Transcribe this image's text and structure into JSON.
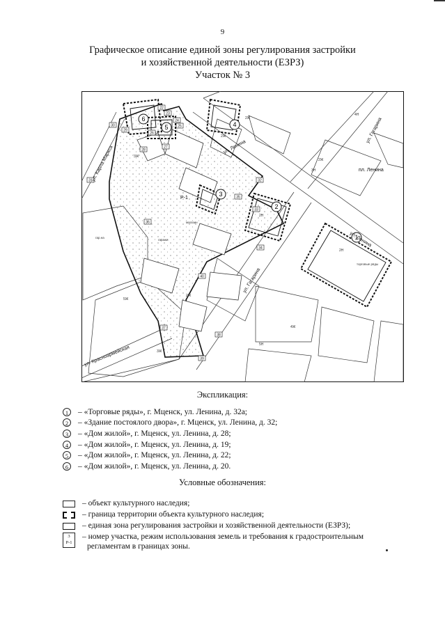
{
  "page_number": "9",
  "title": {
    "line1": "Графическое описание единой зоны регулирования застройки",
    "line2": "и хозяйственной деятельности (ЕЗРЗ)",
    "line3": "Участок № 3"
  },
  "map": {
    "streets": {
      "lenina_upper": "ул. Ленина",
      "lenina_right": "ул. Ленина",
      "karla_marksa": "ул. Карла Маркса",
      "gagarina": "ул. Гагарина",
      "gagarina_right": "ул. Гагарина",
      "krasnoarmeyskaya": "ул. Красноармейская",
      "pl_lenina": "пл. Ленина"
    },
    "zone_label": "Р-1",
    "site_numbers": [
      "1",
      "2",
      "3",
      "4",
      "5",
      "6"
    ],
    "building_labels": [
      "2Н",
      "3Ж",
      "2Ж",
      "3Н",
      "4Н",
      "2Н",
      "2Ж",
      "5Ж",
      "2Ж",
      "3Ж",
      "4Ж",
      "5Н",
      "2Ж"
    ],
    "point_numbers": [
      "22",
      "23",
      "24",
      "25",
      "26",
      "27",
      "28",
      "29",
      "30",
      "31",
      "32",
      "33",
      "34",
      "35",
      "36",
      "37",
      "38",
      "39",
      "40",
      "41",
      "42",
      "43",
      "44",
      "45",
      "46",
      "47",
      "48",
      "49",
      "50"
    ],
    "small_labels": [
      "гаражи",
      "гар.на",
      "магазин",
      "торговые ряды"
    ]
  },
  "explication": {
    "heading": "Экспликация:",
    "items": [
      {
        "num": "1",
        "text": "– «Торговые ряды», г. Мценск, ул. Ленина, д. 32а;"
      },
      {
        "num": "2",
        "text": "– «Здание постоялого двора», г. Мценск, ул. Ленина, д. 32;"
      },
      {
        "num": "3",
        "text": "– «Дом жилой», г. Мценск, ул. Ленина, д. 28;"
      },
      {
        "num": "4",
        "text": "– «Дом жилой», г. Мценск, ул. Ленина, д. 19;"
      },
      {
        "num": "5",
        "text": "– «Дом жилой», г. Мценск, ул. Ленина, д. 22;"
      },
      {
        "num": "6",
        "text": "– «Дом жилой», г. Мценск, ул. Ленина, д. 20."
      }
    ]
  },
  "legend": {
    "heading": "Условные обозначения:",
    "items": [
      {
        "symbol": "object",
        "text": "– объект культурного наследия;"
      },
      {
        "symbol": "territory",
        "text": "– граница территории объекта культурного наследия;"
      },
      {
        "symbol": "ezrz",
        "text": "– единая зона регулирования застройки и хозяйственной деятельности (ЕЗРЗ);"
      },
      {
        "symbol": "number",
        "sym_top": "3",
        "sym_bottom": "Р-1",
        "text": "– номер участка, режим использования земель и требования к градостроительным"
      }
    ],
    "continuation": "регламентам в границах зоны."
  }
}
